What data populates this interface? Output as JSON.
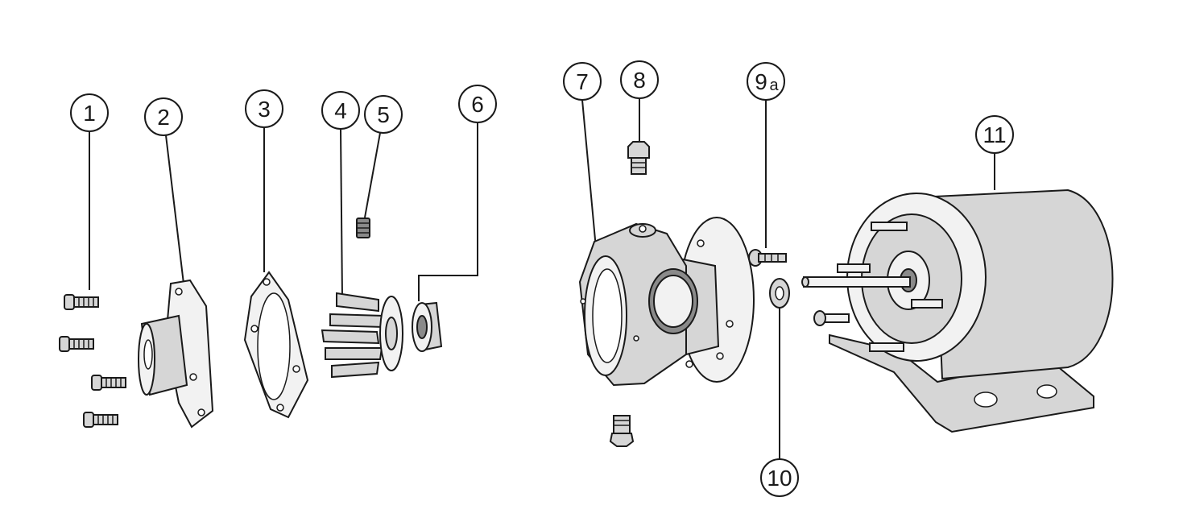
{
  "callouts": {
    "c1": "1",
    "c2": "2",
    "c3": "3",
    "c4": "4",
    "c5": "5",
    "c6": "6",
    "c7": "7",
    "c8": "8",
    "c9_main": "9",
    "c9_sub": "a",
    "c10": "10",
    "c11": "11"
  },
  "colors": {
    "line": "#1a1a1a",
    "fill": "#d6d6d6",
    "background": "#ffffff"
  }
}
